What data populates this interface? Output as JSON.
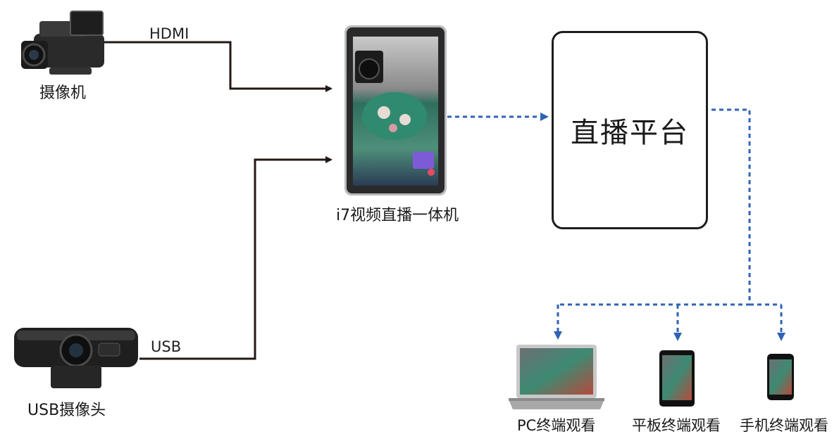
{
  "connections": {
    "hdmi_label": "HDMI",
    "usb_label": "USB"
  },
  "devices": {
    "camcorder_label": "摄像机",
    "usb_camera_label": "USB摄像头",
    "encoder_label": "i7视频直播一体机"
  },
  "platform": {
    "title": "直播平台"
  },
  "viewers": [
    {
      "label": "PC终端观看",
      "icon": "laptop-icon"
    },
    {
      "label": "平板终端观看",
      "icon": "tablet-icon"
    },
    {
      "label": "手机终端观看",
      "icon": "phone-icon"
    }
  ],
  "colors": {
    "wire": "#231815",
    "stream": "#2f64b3"
  }
}
